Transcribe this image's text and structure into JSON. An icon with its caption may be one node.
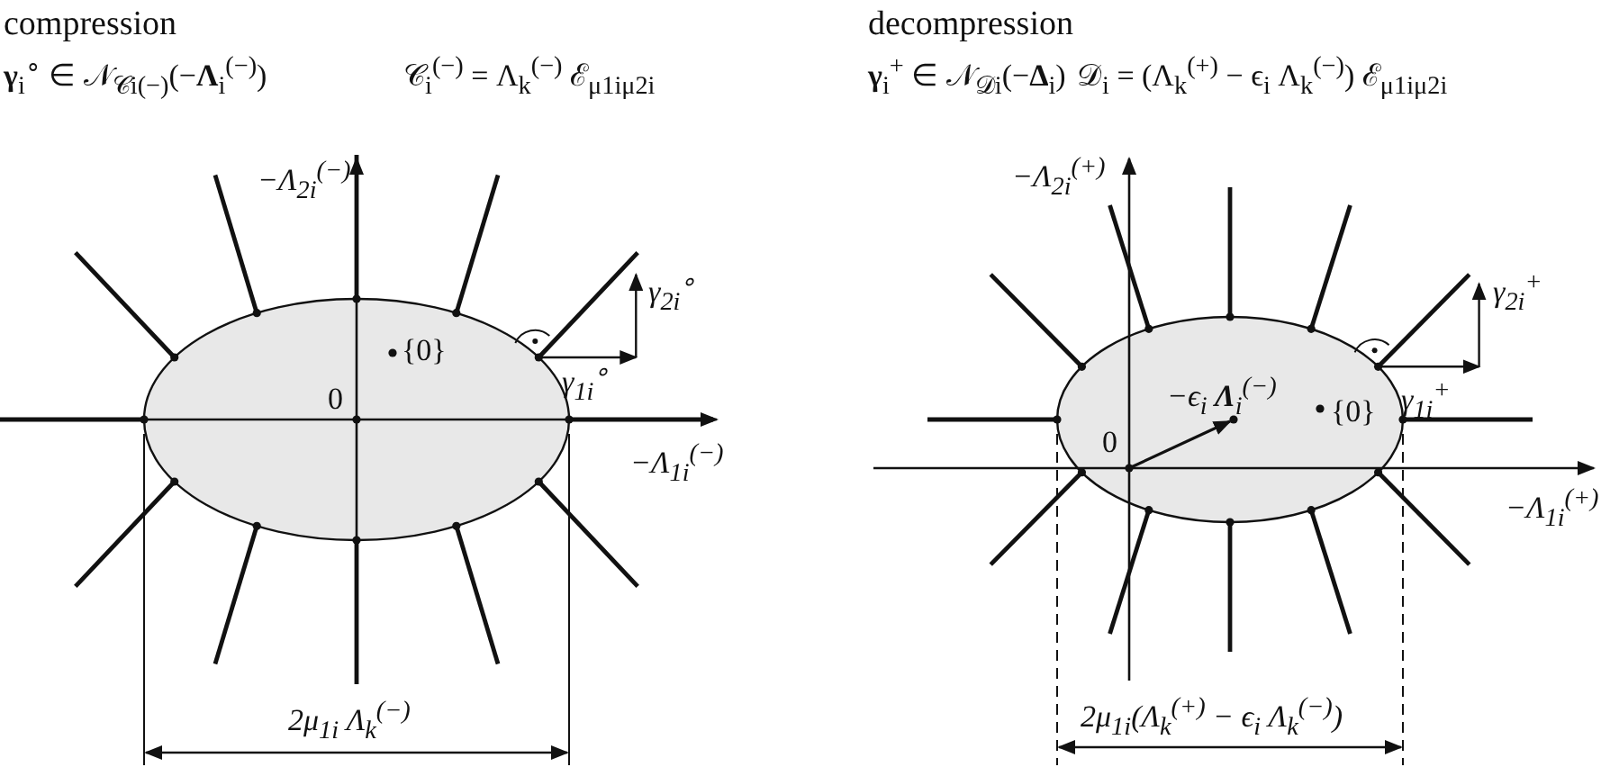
{
  "diagram": {
    "labels": [
      "compression",
      "**γ**$_{i}$$^{∘}$ ∈ 𝒩$_{𝒞i(−)}$(−**Λ**$_{i}$$^{(−)}$)",
      "𝒞$_{i}$$^{(−)}$ = Λ$_{k}$$^{(−)}$ ℰ$_{μ1iμ2i}$",
      "decompression",
      "**γ**$_{i}$$^{+}$ ∈ 𝒩$_{𝒟i}$(−**Δ**$_{i}$)",
      "𝒟$_{i}$ = (Λ$_{k}$$^{(+)}$ − ϵ$_{i}$ Λ$_{k}$$^{(−)}$) ℰ$_{μ1iμ2i}$",
      "−Λ$_{2i}$$^{(−)}$",
      "γ$_{2i}$$^{∘}$",
      "{0}",
      "0",
      "γ$_{1i}$$^{∘}$",
      "−Λ$_{1i}$$^{(−)}$",
      "2μ$_{1i}$ Λ$_{k}$$^{(−)}$",
      "−Λ$_{2i}$$^{(+)}$",
      "γ$_{2i}$$^{+}$",
      "−ϵ$_{i}$ **Λ**$_{i}$$^{(−)}$",
      "{0}",
      "γ$_{1i}$$^{+}$",
      "0",
      "−Λ$_{1i}$$^{(+)}$",
      "2μ$_{1i}$(Λ$_{k}$$^{(+)}$ − ϵ$_{i}$ Λ$_{k}$$^{(−)}$)"
    ]
  }
}
